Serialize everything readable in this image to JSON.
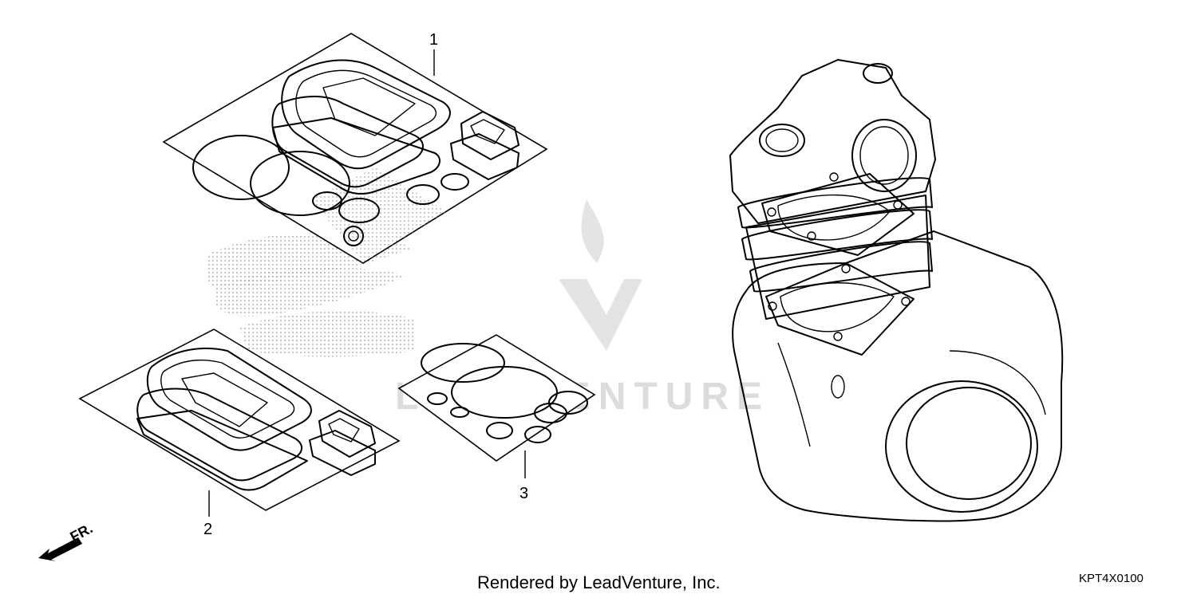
{
  "diagram": {
    "callouts": [
      {
        "id": "1",
        "label": "1"
      },
      {
        "id": "2",
        "label": "2"
      },
      {
        "id": "3",
        "label": "3"
      }
    ],
    "direction_label": "FR.",
    "footer_text": "Rendered by LeadVenture, Inc.",
    "diagram_code": "KPT4X0100",
    "watermark_text": "LEADVENTURE"
  }
}
